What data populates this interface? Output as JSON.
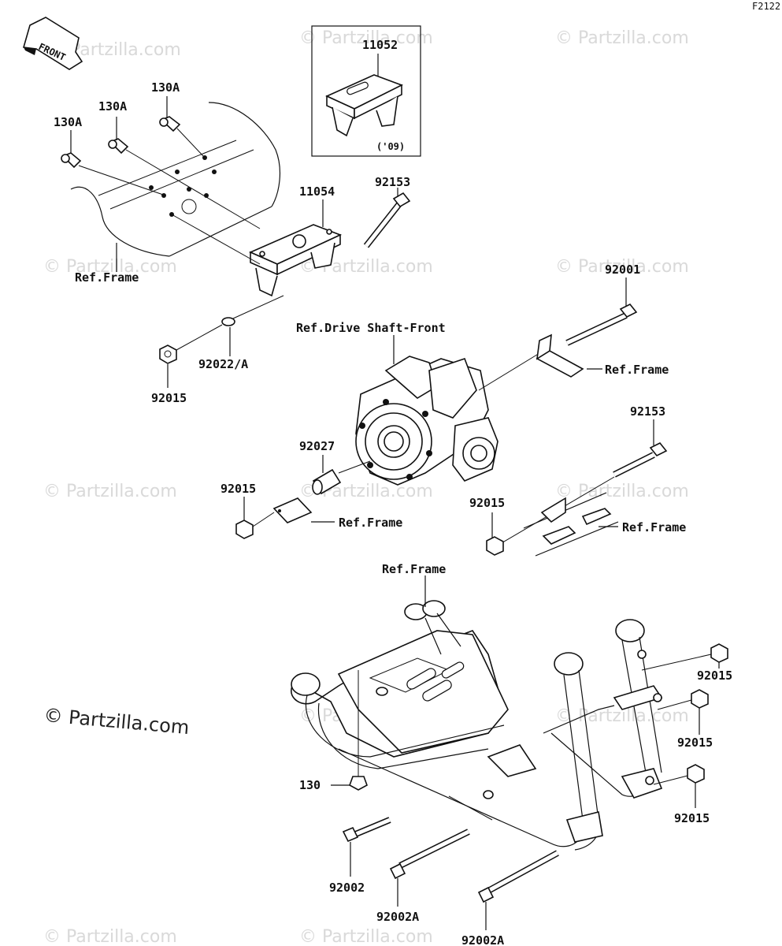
{
  "figure_code": "F2122",
  "front_label": "FRONT",
  "inset": {
    "part_number": "11052",
    "note": "('09)"
  },
  "labels": {
    "l_130a_1": "130A",
    "l_130a_2": "130A",
    "l_130a_3": "130A",
    "l_11054": "11054",
    "l_92153_a": "92153",
    "l_ref_frame_1": "Ref.Frame",
    "l_92001": "92001",
    "l_ref_drive_shaft": "Ref.Drive Shaft-Front",
    "l_92022a": "92022/A",
    "l_92015_a": "92015",
    "l_ref_frame_2": "Ref.Frame",
    "l_92153_b": "92153",
    "l_92027": "92027",
    "l_92015_b": "92015",
    "l_92015_c": "92015",
    "l_ref_frame_3": "Ref.Frame",
    "l_ref_frame_4": "Ref.Frame",
    "l_ref_frame_5": "Ref.Frame",
    "l_92015_d": "92015",
    "l_92015_e": "92015",
    "l_92015_f": "92015",
    "l_130": "130",
    "l_92002": "92002",
    "l_92002a_1": "92002A",
    "l_92002a_2": "92002A"
  },
  "watermark": "© Partzilla.com",
  "copyright": "© Partzilla.com"
}
